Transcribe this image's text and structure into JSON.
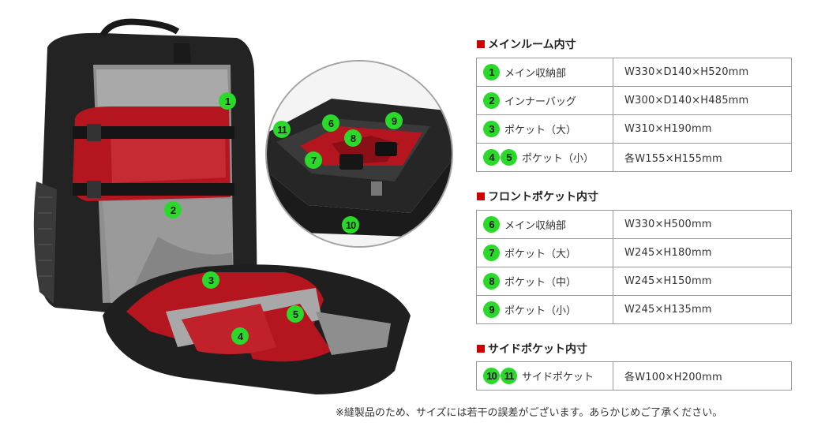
{
  "colors": {
    "marker": "#2bd92b",
    "accent": "#d00000",
    "bag_red": "#b5151f",
    "bag_black": "#1e1e1e"
  },
  "photo_markers": [
    "1",
    "2",
    "3",
    "4",
    "5",
    "6",
    "7",
    "8",
    "9",
    "10",
    "11"
  ],
  "sections": [
    {
      "title": "メインルーム内寸",
      "rows": [
        {
          "nums": [
            "1"
          ],
          "label": "メイン収納部",
          "value": "W330×D140×H520mm"
        },
        {
          "nums": [
            "2"
          ],
          "label": "インナーバッグ",
          "value": "W300×D140×H485mm"
        },
        {
          "nums": [
            "3"
          ],
          "label": "ポケット（大）",
          "value": "W310×H190mm"
        },
        {
          "nums": [
            "4",
            "5"
          ],
          "label": "ポケット（小）",
          "value": "各W155×H155mm"
        }
      ]
    },
    {
      "title": "フロントポケット内寸",
      "rows": [
        {
          "nums": [
            "6"
          ],
          "label": "メイン収納部",
          "value": "W330×H500mm"
        },
        {
          "nums": [
            "7"
          ],
          "label": "ポケット（大）",
          "value": "W245×H180mm"
        },
        {
          "nums": [
            "8"
          ],
          "label": "ポケット（中）",
          "value": "W245×H150mm"
        },
        {
          "nums": [
            "9"
          ],
          "label": "ポケット（小）",
          "value": "W245×H135mm"
        }
      ]
    },
    {
      "title": "サイドポケット内寸",
      "rows": [
        {
          "nums": [
            "10",
            "11"
          ],
          "label": "サイドポケット",
          "value": "各W100×H200mm"
        }
      ]
    }
  ],
  "note": "※縫製品のため、サイズには若干の誤差がございます。あらかじめご了承ください。"
}
